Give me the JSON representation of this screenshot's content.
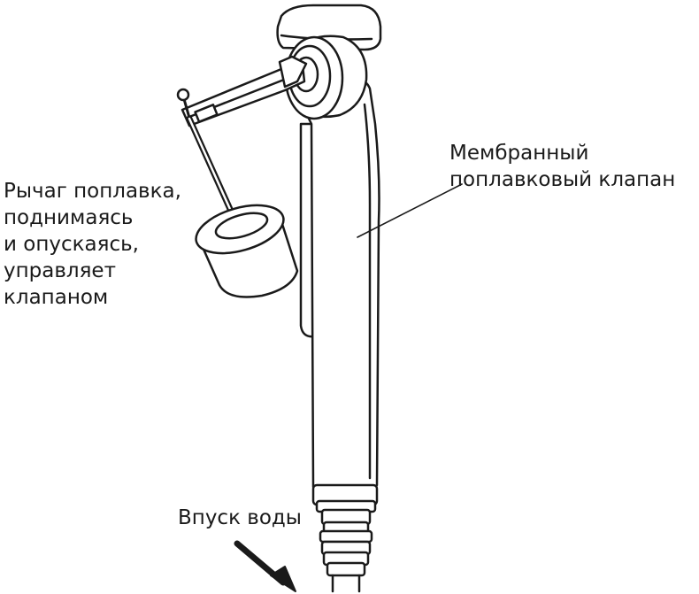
{
  "labels": {
    "lever": [
      "Рычаг поплавка,",
      "поднимаясь",
      "и опускаясь,",
      "управляет",
      "клапаном"
    ],
    "valve": [
      "Мембранный",
      "поплавковый клапан"
    ],
    "inlet": [
      "Впуск воды"
    ]
  },
  "colors": {
    "stroke": "#1a1a1a",
    "fill": "#ffffff",
    "background": "#ffffff"
  },
  "icons": {
    "inlet_arrow": "arrow-down-right-icon"
  }
}
